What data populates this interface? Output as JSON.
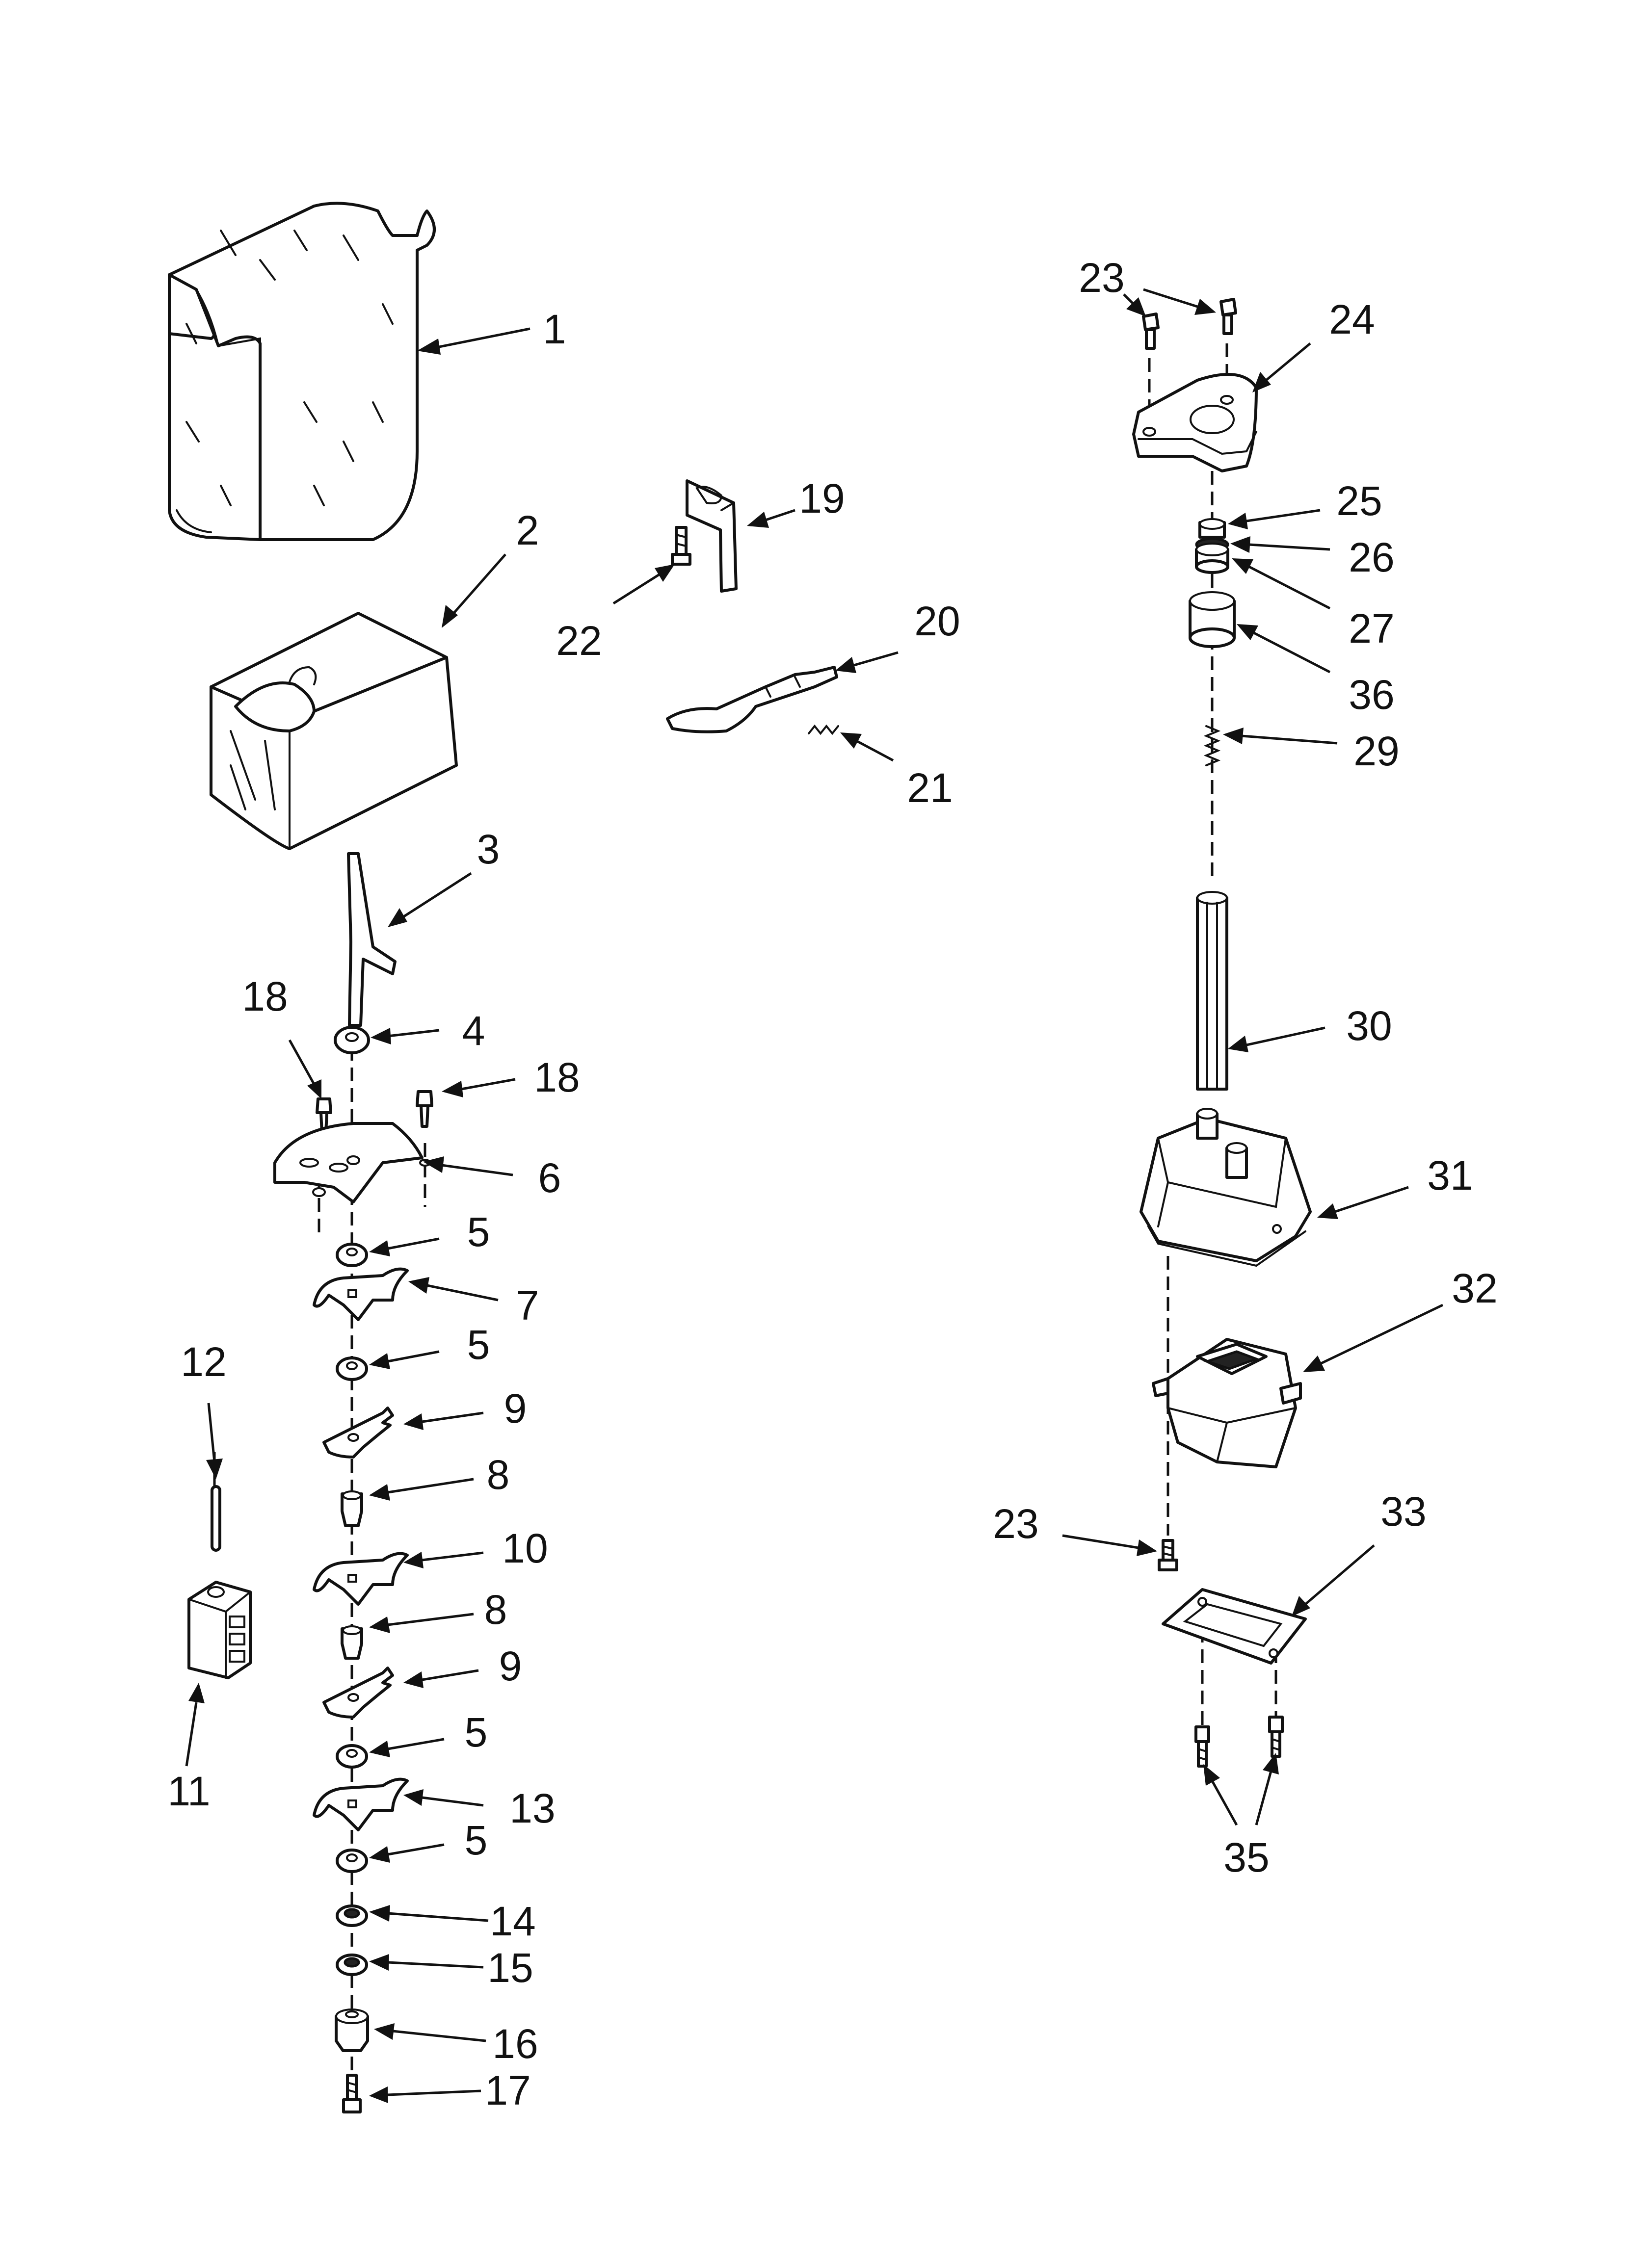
{
  "callouts": [
    {
      "id": "c1",
      "label": "1"
    },
    {
      "id": "c2",
      "label": "2"
    },
    {
      "id": "c3",
      "label": "3"
    },
    {
      "id": "c4",
      "label": "4"
    },
    {
      "id": "c18a",
      "label": "18"
    },
    {
      "id": "c18b",
      "label": "18"
    },
    {
      "id": "c6",
      "label": "6"
    },
    {
      "id": "c5a",
      "label": "5"
    },
    {
      "id": "c7",
      "label": "7"
    },
    {
      "id": "c5b",
      "label": "5"
    },
    {
      "id": "c9a",
      "label": "9"
    },
    {
      "id": "c8a",
      "label": "8"
    },
    {
      "id": "c10",
      "label": "10"
    },
    {
      "id": "c8b",
      "label": "8"
    },
    {
      "id": "c9b",
      "label": "9"
    },
    {
      "id": "c5c",
      "label": "5"
    },
    {
      "id": "c13",
      "label": "13"
    },
    {
      "id": "c5d",
      "label": "5"
    },
    {
      "id": "c14",
      "label": "14"
    },
    {
      "id": "c15",
      "label": "15"
    },
    {
      "id": "c16",
      "label": "16"
    },
    {
      "id": "c17",
      "label": "17"
    },
    {
      "id": "c12",
      "label": "12"
    },
    {
      "id": "c11",
      "label": "11"
    },
    {
      "id": "c19",
      "label": "19"
    },
    {
      "id": "c22",
      "label": "22"
    },
    {
      "id": "c20",
      "label": "20"
    },
    {
      "id": "c21",
      "label": "21"
    },
    {
      "id": "c23a",
      "label": "23"
    },
    {
      "id": "c24",
      "label": "24"
    },
    {
      "id": "c25",
      "label": "25"
    },
    {
      "id": "c26",
      "label": "26"
    },
    {
      "id": "c27",
      "label": "27"
    },
    {
      "id": "c36",
      "label": "36"
    },
    {
      "id": "c29",
      "label": "29"
    },
    {
      "id": "c30",
      "label": "30"
    },
    {
      "id": "c31",
      "label": "31"
    },
    {
      "id": "c32",
      "label": "32"
    },
    {
      "id": "c23b",
      "label": "23"
    },
    {
      "id": "c33",
      "label": "33"
    },
    {
      "id": "c35",
      "label": "35"
    }
  ]
}
